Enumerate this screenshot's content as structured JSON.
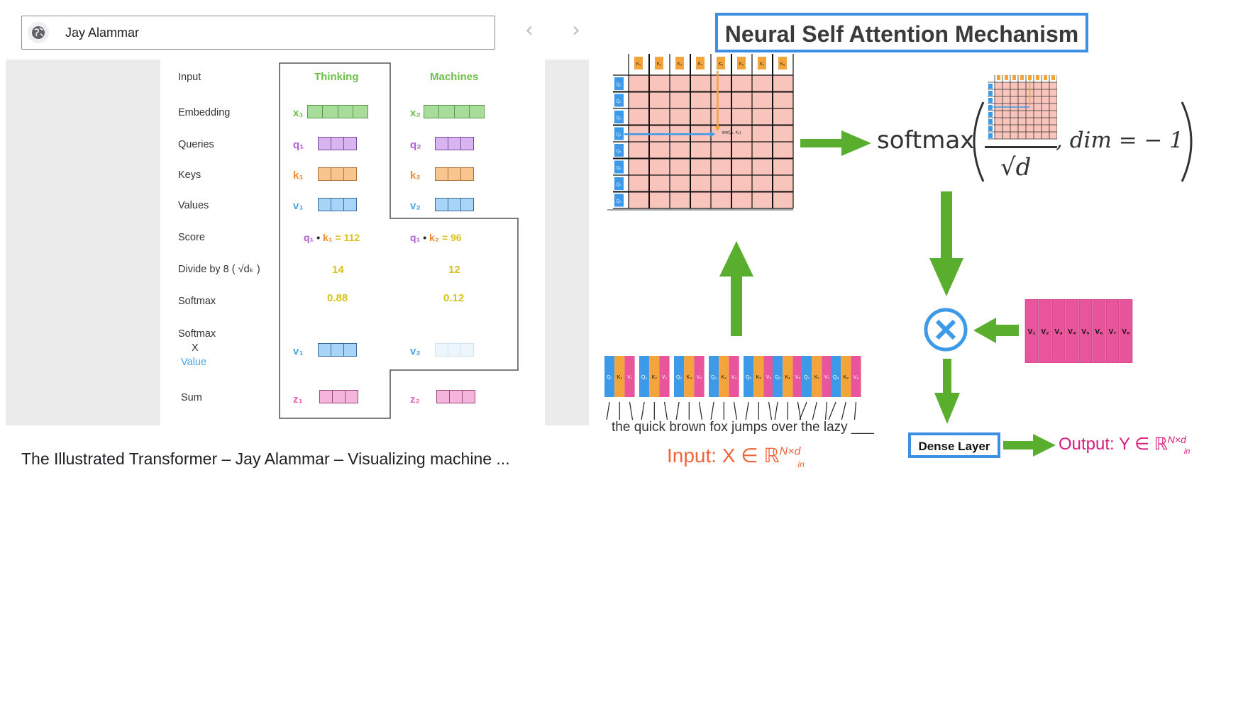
{
  "search_result": {
    "source_name": "Jay Alammar",
    "caption": "The Illustrated Transformer – Jay Alammar – Visualizing machine ...",
    "prev_icon": "chevron-left-icon",
    "next_icon": "chevron-right-icon",
    "source_icon": "globe-icon"
  },
  "transformer_diagram": {
    "row_labels": [
      "Input",
      "Embedding",
      "Queries",
      "Keys",
      "Values",
      "Score",
      "Divide by 8 ( √dₖ )",
      "Softmax",
      "Softmax",
      "X",
      "Value",
      "Sum"
    ],
    "words": [
      "Thinking",
      "Machines"
    ],
    "embedding_labels": [
      "x₁",
      "x₂"
    ],
    "query_labels": [
      "q₁",
      "q₂"
    ],
    "key_labels": [
      "k₁",
      "k₂"
    ],
    "value_labels": [
      "v₁",
      "v₂"
    ],
    "sum_labels": [
      "z₁",
      "z₂"
    ],
    "score_q": [
      "q₁",
      "q₁"
    ],
    "score_dot": "•",
    "score_k": [
      "k₁",
      "k₂"
    ],
    "score_values": [
      "= 112",
      "= 96"
    ],
    "divided": [
      "14",
      "12"
    ],
    "softmax": [
      "0.88",
      "0.12"
    ],
    "colors": {
      "embedding": "#a8dc9a",
      "query": "#d8b4f0",
      "key": "#f8c490",
      "value": "#a8d4f8",
      "sum": "#f4b4dc"
    }
  },
  "attention_diagram": {
    "title": "Neural Self Attention Mechanism",
    "softmax_word": "softmax",
    "formula_rest": ", dim = − 1",
    "sqrt_d": "√d",
    "input_label": "Input: X ∈ ℝ",
    "input_sup": "N×d",
    "input_sub": "in",
    "output_label": "Output: Y ∈ ℝ",
    "output_sup": "N×d",
    "output_sub": "in",
    "dense_label": "Dense Layer",
    "sentence": "the quick brown fox jumps over the lazy ___",
    "key_tokens": [
      "K₁",
      "K₂",
      "K₃",
      "K₄",
      "K₅",
      "K₆",
      "K₇",
      "K₈"
    ],
    "query_tokens": [
      "Q₁",
      "Q₂",
      "Q₃",
      "Q₄",
      "Q₅",
      "Q₆",
      "Q₇",
      "Q₈"
    ],
    "value_tokens": [
      "V₁",
      "V₂",
      "V₃",
      "V₄",
      "V₅",
      "V₆",
      "V₇",
      "V₈"
    ],
    "input_groups": [
      [
        "Q₁",
        "K₁",
        "V₁"
      ],
      [
        "Q₂",
        "K₂",
        "V₂"
      ],
      [
        "Q₃",
        "K₃",
        "V₃"
      ],
      [
        "Q₄",
        "K₄",
        "V₄"
      ],
      [
        "Q₅",
        "K₅",
        "V₅"
      ],
      [
        "Q₆",
        "K₆",
        "V₆"
      ],
      [
        "Q₇",
        "K₇",
        "V₇"
      ],
      [
        "Q₈",
        "K₈",
        "V₈"
      ]
    ],
    "cell_annotation": "dot(Q₄, K₅)",
    "multiply_icon": "circled-times-icon",
    "colors": {
      "matrix": "#f8c4bc",
      "query": "#3d9ae8",
      "key": "#f3a53b",
      "value": "#e8559c",
      "arrow": "#5aae2e",
      "input_text": "#f0643c",
      "output_text": "#d81b7c",
      "border": "#3d8fe3"
    }
  }
}
